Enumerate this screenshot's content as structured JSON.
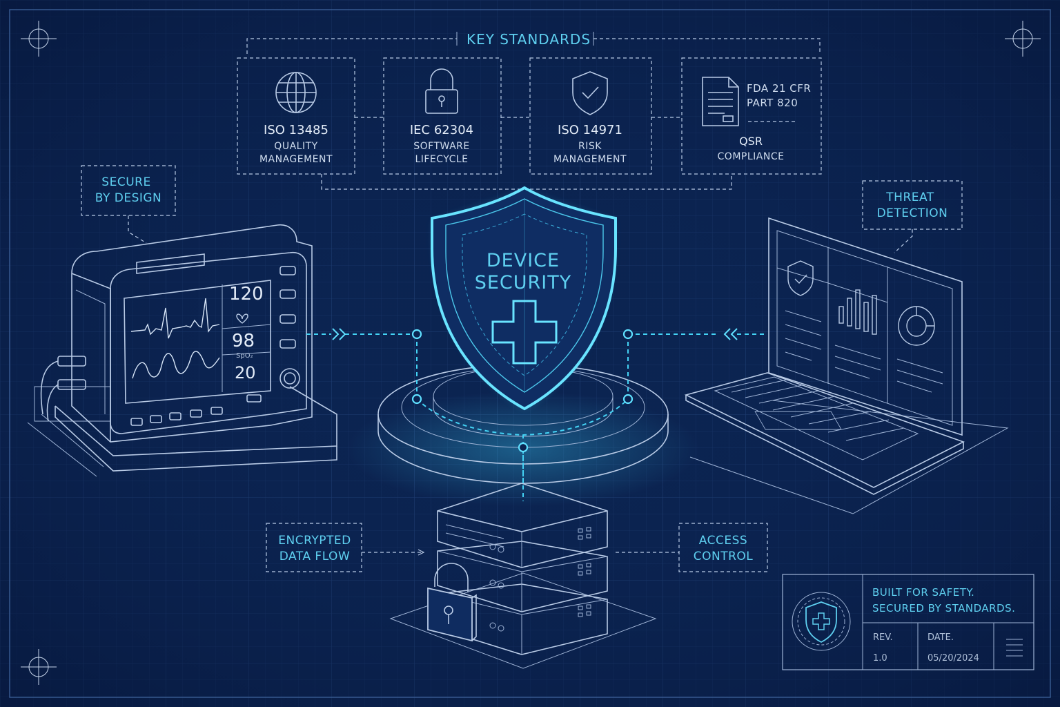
{
  "header": {
    "title": "KEY STANDARDS"
  },
  "standards": [
    {
      "code": "ISO 13485",
      "line1": "QUALITY",
      "line2": "MANAGEMENT",
      "icon": "globe-icon"
    },
    {
      "code": "IEC 62304",
      "line1": "SOFTWARE",
      "line2": "LIFECYCLE",
      "icon": "padlock-icon"
    },
    {
      "code": "ISO 14971",
      "line1": "RISK",
      "line2": "MANAGEMENT",
      "icon": "shield-check-icon"
    },
    {
      "code_line1": "FDA 21 CFR",
      "code_line2": "PART 820",
      "line1": "QSR",
      "line2": "COMPLIANCE",
      "icon": "document-icon"
    }
  ],
  "center": {
    "line1": "DEVICE",
    "line2": "SECURITY",
    "icon": "shield-cross-icon"
  },
  "callouts": {
    "secure_by_design": {
      "line1": "SECURE",
      "line2": "BY DESIGN"
    },
    "threat_detection": {
      "line1": "THREAT",
      "line2": "DETECTION"
    },
    "encrypted_data_flow": {
      "line1": "ENCRYPTED",
      "line2": "DATA FLOW"
    },
    "access_control": {
      "line1": "ACCESS",
      "line2": "CONTROL"
    }
  },
  "monitor": {
    "heart_rate": "120",
    "spo2": "98",
    "spo2_label": "SpO₂",
    "resp": "20"
  },
  "title_block": {
    "line1": "BUILT FOR SAFETY.",
    "line2": "SECURED BY STANDARDS.",
    "rev_label": "REV.",
    "rev_value": "1.0",
    "date_label": "DATE.",
    "date_value": "05/20/2024"
  },
  "colors": {
    "background": "#0b2350",
    "accent": "#5fd0f0",
    "line": "#b9cbe6"
  }
}
